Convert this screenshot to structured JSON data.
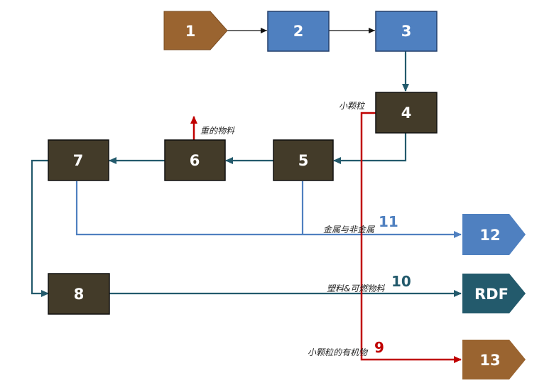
{
  "colors": {
    "brown": "#9a6430",
    "blue": "#4f80c0",
    "dark": "#433b29",
    "teal": "#235a6c",
    "red": "#c00000",
    "black_line": "#111111",
    "label_blue": "#4f80c0",
    "label_teal": "#235a6c",
    "label_red": "#c00000"
  },
  "nodes": {
    "n1": "1",
    "n2": "2",
    "n3": "3",
    "n4": "4",
    "n5": "5",
    "n6": "6",
    "n7": "7",
    "n8": "8",
    "n12": "12",
    "rdf": "RDF",
    "n13": "13"
  },
  "annotations": {
    "small_particles": "小颗粒",
    "heavy_material": "重的物料",
    "metal_nonmetal": "金属与非金属",
    "plastic_combustible": "塑料&可燃物料",
    "organic_small_particles": "小颗粒的有机物"
  },
  "stream_numbers": {
    "s11": "11",
    "s10": "10",
    "s9": "9"
  }
}
